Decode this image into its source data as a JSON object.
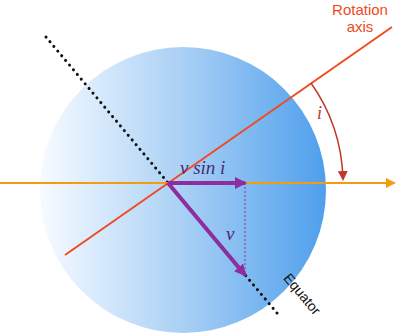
{
  "diagram": {
    "labels": [
      "Rotation axis",
      "i",
      "v sin i",
      "v",
      "Equator"
    ]
  }
}
